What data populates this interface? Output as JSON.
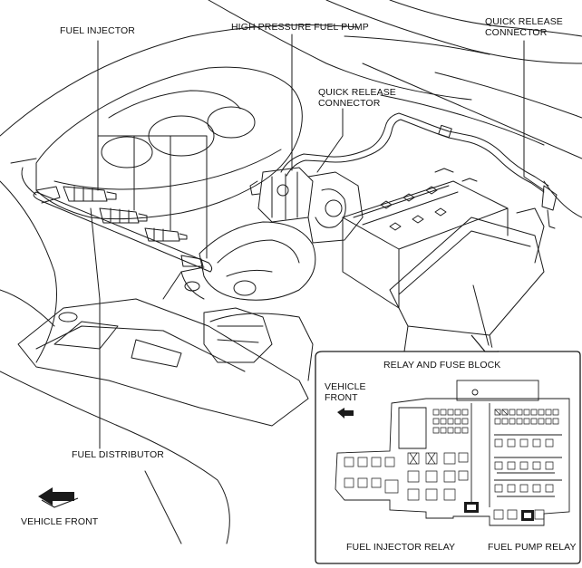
{
  "labels": {
    "fuel_injector": "FUEL INJECTOR",
    "high_pressure_fuel_pump": "HIGH PRESSURE FUEL PUMP",
    "quick_release_connector_top": "QUICK RELEASE\nCONNECTOR",
    "quick_release_connector_mid": "QUICK RELEASE\nCONNECTOR",
    "fuel_distributor": "FUEL DISTRIBUTOR",
    "vehicle_front_main": "VEHICLE FRONT",
    "relay_and_fuse_block": "RELAY AND FUSE BLOCK",
    "vehicle_front_inset": "VEHICLE\nFRONT",
    "fuel_injector_relay": "FUEL INJECTOR RELAY",
    "fuel_pump_relay": "FUEL PUMP RELAY"
  },
  "colors": {
    "line": "#1a1a1a",
    "background": "#ffffff"
  }
}
